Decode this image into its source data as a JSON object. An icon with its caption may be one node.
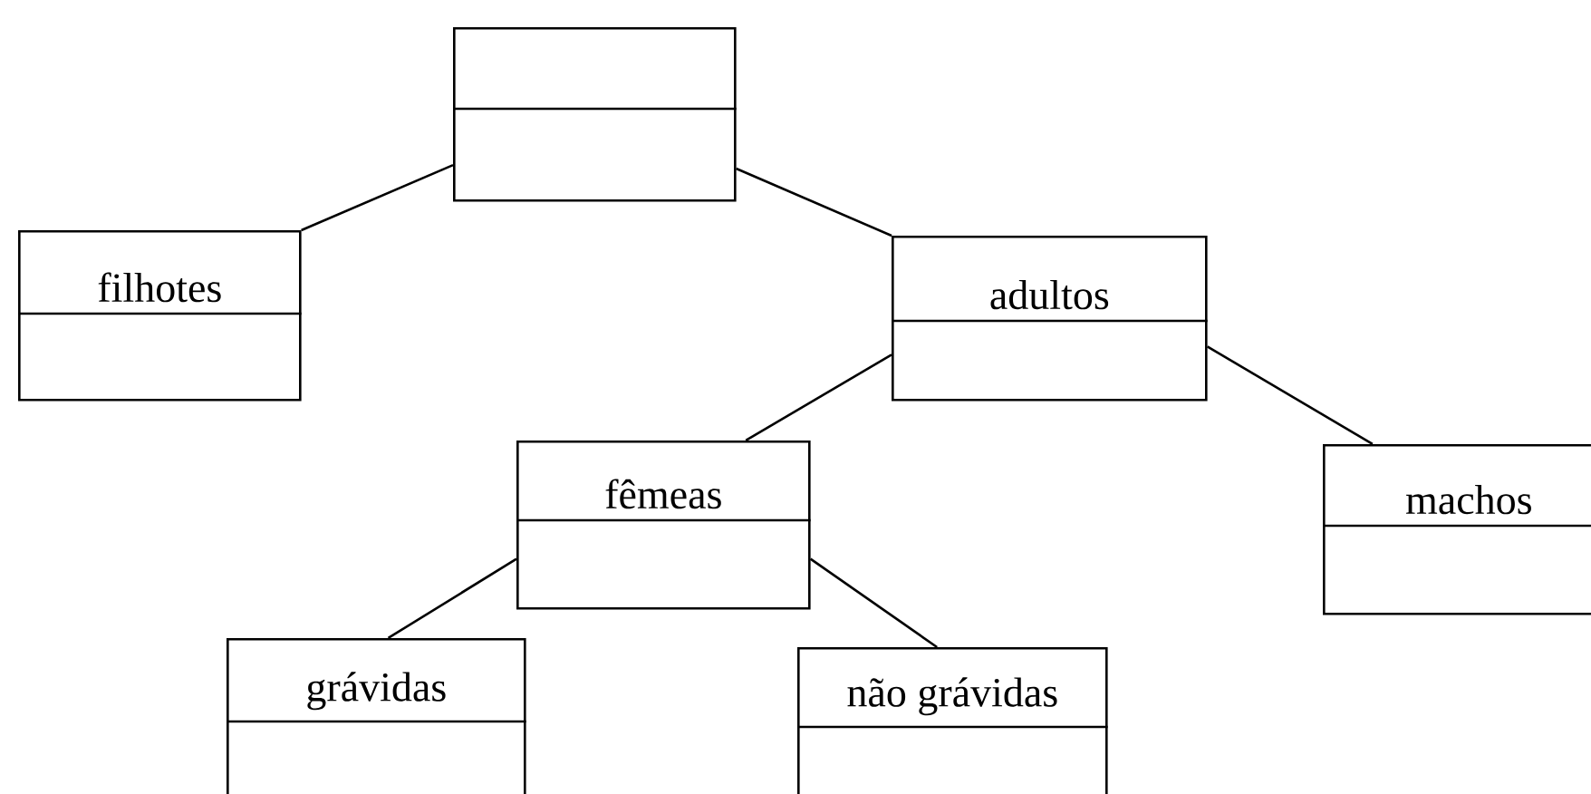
{
  "diagram": {
    "nodes": [
      {
        "text": [],
        "shape": "box"
      },
      {
        "text": [
          "filhotes"
        ]
      },
      {
        "text": [
          "adultos"
        ]
      },
      {
        "text": [
          "fêmeas"
        ]
      },
      {
        "text": [
          "machos"
        ]
      },
      {
        "text": [
          "grávidas"
        ]
      },
      {
        "text": [
          "não grávidas"
        ]
      }
    ],
    "edges": [
      {
        "from": 0,
        "to": 1,
        "arrow": "none"
      },
      {
        "from": 0,
        "to": 2,
        "arrow": "none"
      },
      {
        "from": 2,
        "to": 3,
        "arrow": "none"
      },
      {
        "from": 2,
        "to": 4,
        "arrow": "none"
      },
      {
        "from": 3,
        "to": 5,
        "arrow": "none"
      },
      {
        "from": 3,
        "to": 6,
        "arrow": "none"
      }
    ]
  }
}
